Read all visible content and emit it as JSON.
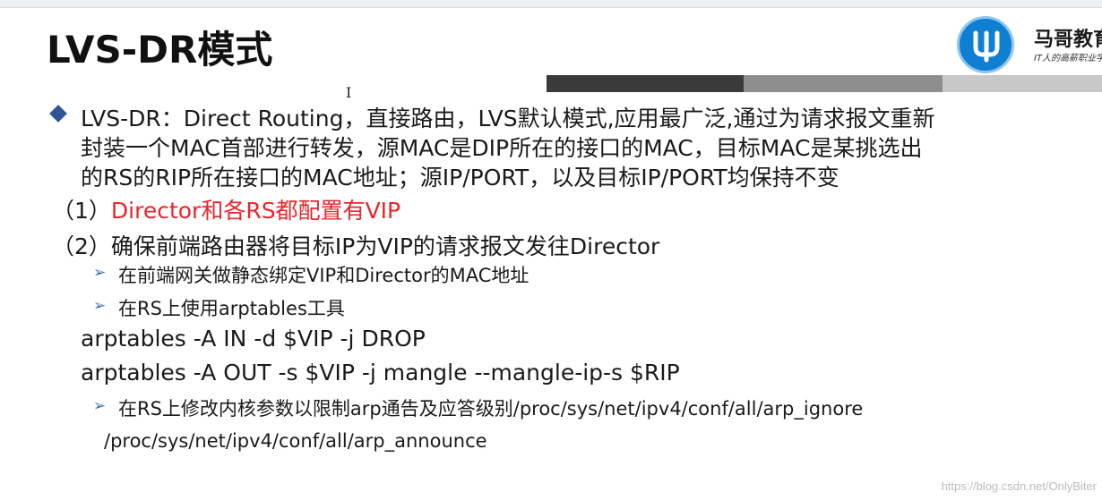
{
  "slide": {
    "title": "LVS-DR模式",
    "logo": {
      "name": "马哥教育",
      "slogan": "IT人的高薪职业学院"
    },
    "cursor": "I",
    "bullet1": {
      "line1": "LVS-DR：Direct Routing，直接路由，LVS默认模式,应用最广泛,通过为请求报文重新",
      "line2": "封装一个MAC首部进行转发，源MAC是DIP所在的接口的MAC，目标MAC是某挑选出",
      "line3": "的RS的RIP所在接口的MAC地址；源IP/PORT，以及目标IP/PORT均保持不变"
    },
    "item1": {
      "prefix": "（1）",
      "text": "Director和各RS都配置有VIP"
    },
    "item2": {
      "prefix": "（2）",
      "text": "确保前端路由器将目标IP为VIP的请求报文发往Director"
    },
    "sub1": "在前端网关做静态绑定VIP和Director的MAC地址",
    "sub2": "在RS上使用arptables工具",
    "cmd1": "arptables -A IN -d $VIP -j DROP",
    "cmd2": "arptables -A OUT -s $VIP -j mangle --mangle-ip-s $RIP",
    "sub3_line1": "在RS上修改内核参数以限制arp通告及应答级别/proc/sys/net/ipv4/conf/all/arp_ignore",
    "sub3_line2": "/proc/sys/net/ipv4/conf/all/arp_announce",
    "watermark": "https://blog.csdn.net/OnlyBiter"
  },
  "colors": {
    "bullet": "#2f5597",
    "highlight": "#e8262c",
    "arrow": "#3a6fc2"
  },
  "icons": {
    "bullet": "diamond-bullet-icon",
    "sub_bullet": "arrow-bullet-icon"
  }
}
